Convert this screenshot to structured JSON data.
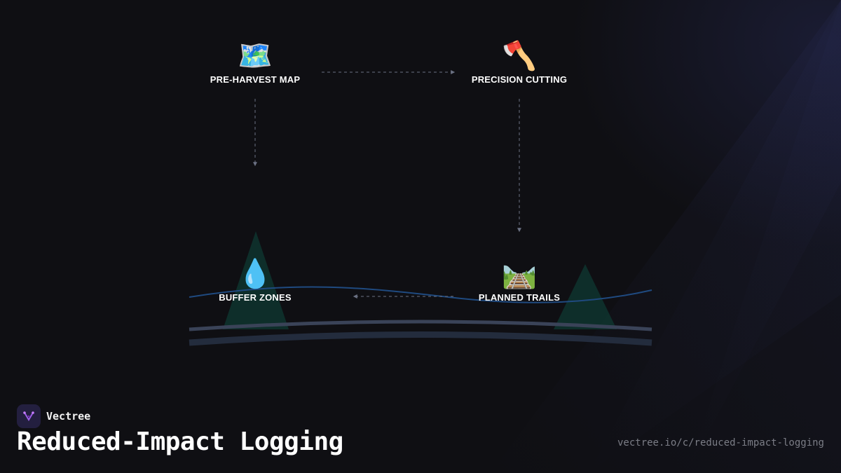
{
  "diagram": {
    "nodes": [
      {
        "id": "pre-harvest-map",
        "icon": "🗺️",
        "icon_name": "map-icon",
        "label": "PRE-HARVEST MAP"
      },
      {
        "id": "precision-cutting",
        "icon": "🪓",
        "icon_name": "axe-icon",
        "label": "PRECISION CUTTING"
      },
      {
        "id": "buffer-zones",
        "icon": "💧",
        "icon_name": "droplet-icon",
        "label": "BUFFER ZONES"
      },
      {
        "id": "planned-trails",
        "icon": "🛤️",
        "icon_name": "railway-track-icon",
        "label": "PLANNED TRAILS"
      }
    ],
    "edges": [
      {
        "from": "pre-harvest-map",
        "to": "precision-cutting"
      },
      {
        "from": "pre-harvest-map",
        "to": "buffer-zones"
      },
      {
        "from": "precision-cutting",
        "to": "planned-trails"
      },
      {
        "from": "planned-trails",
        "to": "buffer-zones"
      }
    ],
    "colors": {
      "edge": "#6b7183",
      "tree": "#0f3a33",
      "river": "#1f4a80",
      "ground": "#3a4358",
      "ground_lower": "#232c3d"
    }
  },
  "brand": {
    "name": "Vectree",
    "logo_icon": "vectree-logo-icon",
    "logo_color": "#9b5de5"
  },
  "title": "Reduced-Impact Logging",
  "url": "vectree.io/c/reduced-impact-logging"
}
